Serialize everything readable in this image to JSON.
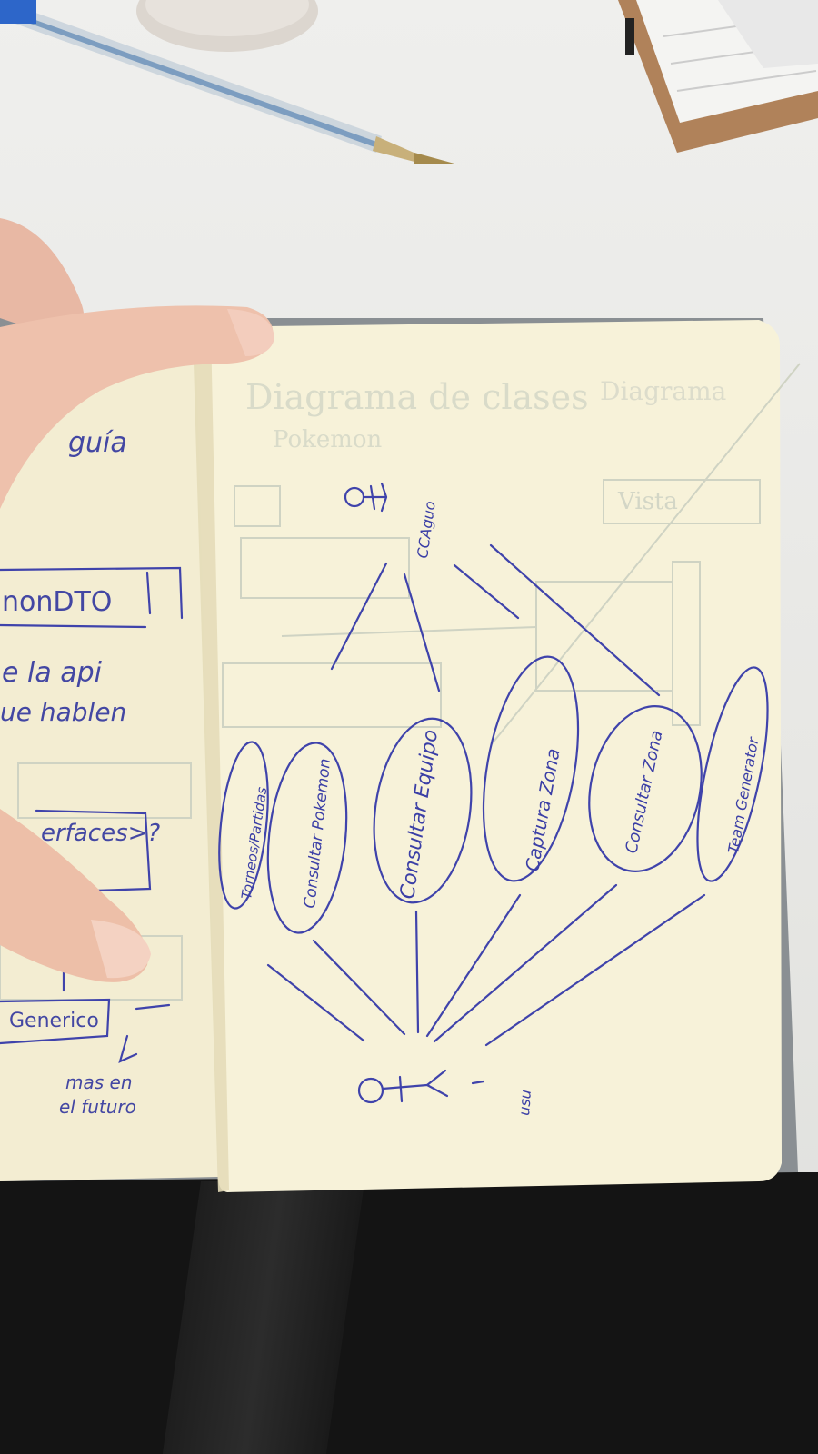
{
  "left_page": {
    "line_1": "guía",
    "line_2": "nonDTO",
    "line_3": "e la api",
    "line_4": "ue hablen",
    "line_5": "erfaces>?",
    "line_6": "Generico",
    "line_7": "mas en",
    "line_8": "el futuro"
  },
  "diagram": {
    "top_actor_label": "CCAguo",
    "bottom_actor_label": "usu",
    "use_cases": [
      "Torneos/Partidas",
      "Consultar Pokemon",
      "Consultar Equipo",
      "Captura Zona",
      "Consultar Zona",
      "Team Generator"
    ]
  },
  "colors": {
    "ink": "#3f43ab",
    "paper": "#f6f1d6",
    "desk": "#e9e9e6",
    "pants": "#141414"
  }
}
